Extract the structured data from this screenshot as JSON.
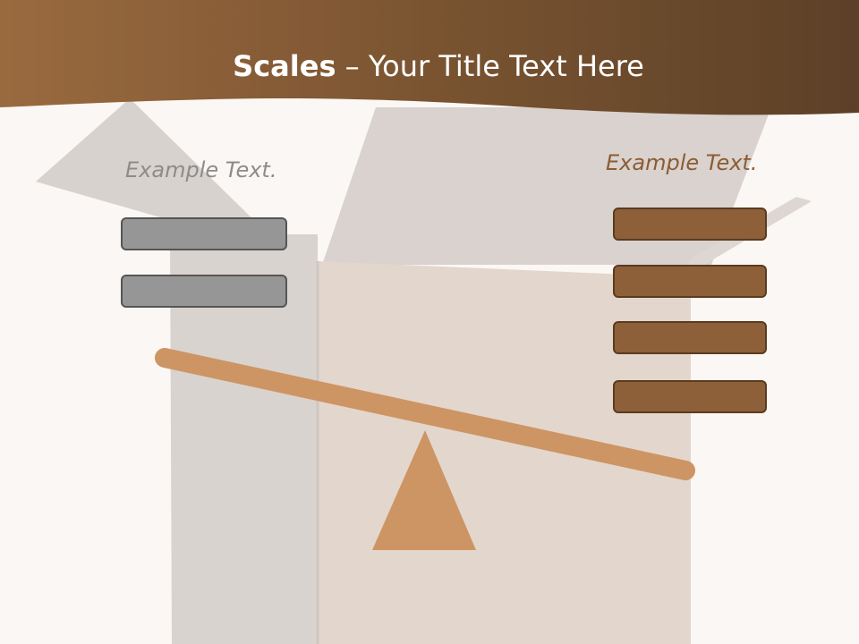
{
  "slide": {
    "title_bold": "Scales",
    "title_rest": " – Your Title Text Here",
    "left_label": "Example Text.",
    "right_label": "Example Text."
  },
  "left_boxes": [
    "",
    ""
  ],
  "right_boxes": [
    "",
    "",
    "",
    ""
  ],
  "colors": {
    "header_dark": "#5c4027",
    "header_light": "#9a6a3f",
    "beam": "#cd9563",
    "gray_box": "#969696",
    "brown_box": "#8d6039",
    "background": "#fbf7f4"
  }
}
